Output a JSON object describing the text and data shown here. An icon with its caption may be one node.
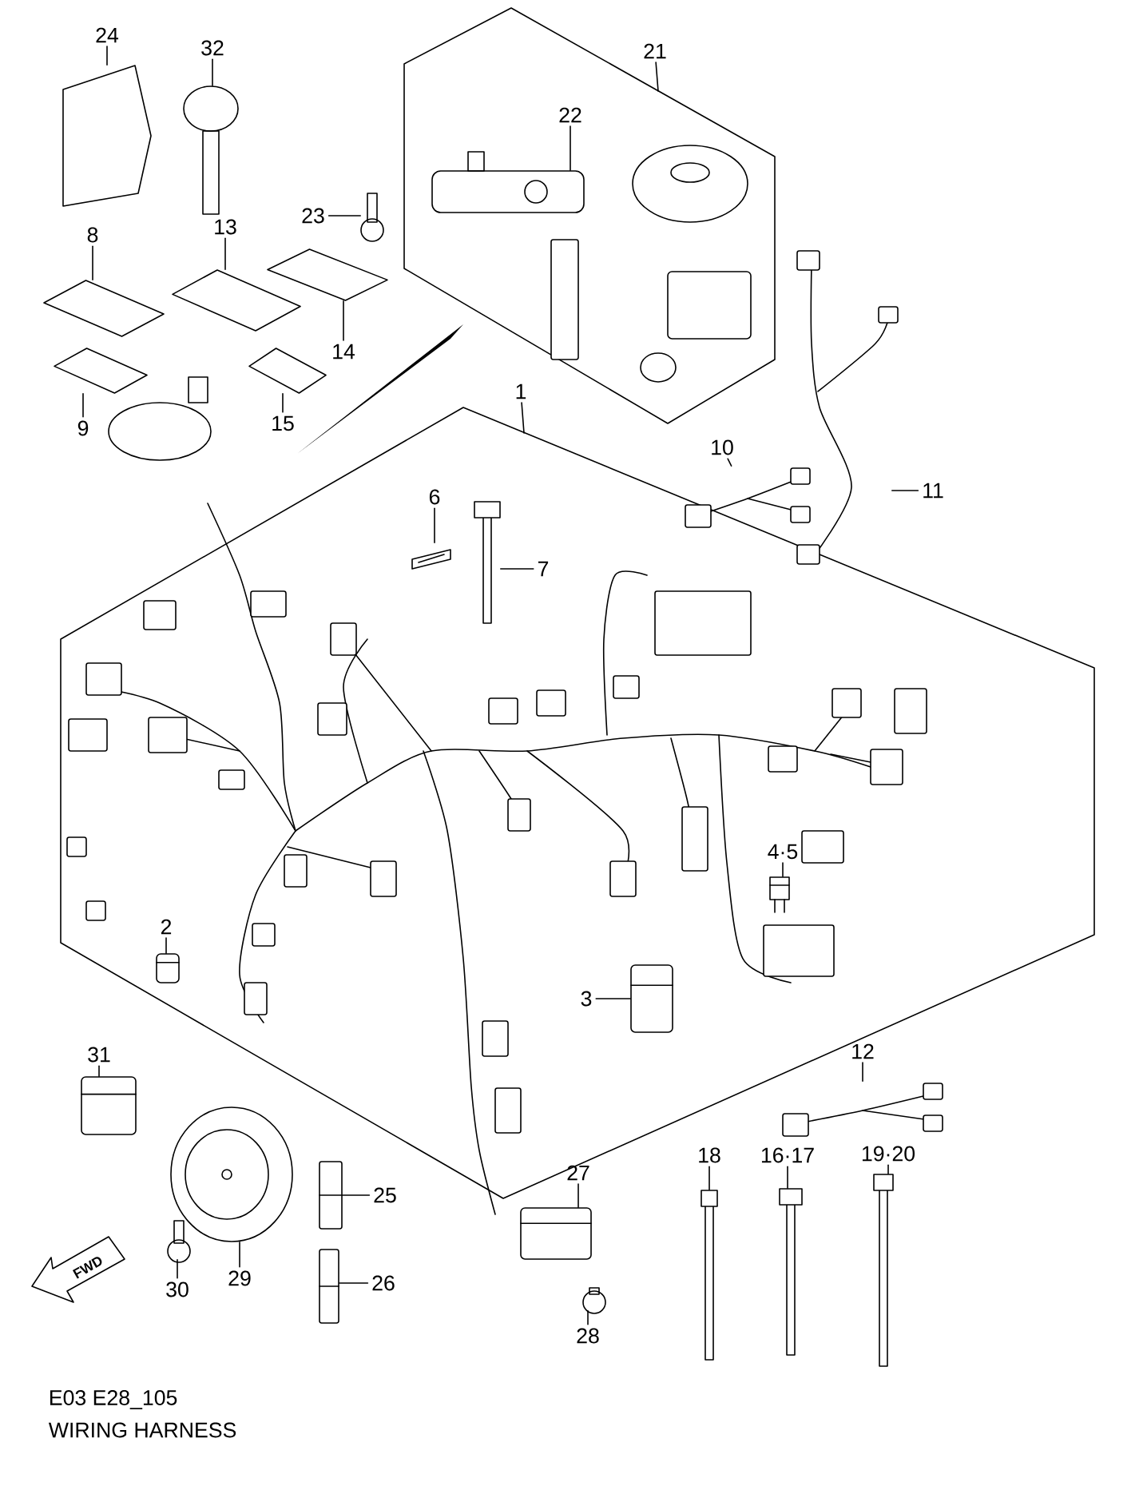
{
  "diagram": {
    "nodes": [
      {
        "text": [
          "24"
        ]
      },
      {
        "text": [],
        "shape": "picture"
      },
      {
        "text": [
          "32"
        ]
      },
      {
        "text": [],
        "shape": "picture"
      },
      {
        "text": [
          "21"
        ]
      },
      {
        "text": [],
        "shape": "box"
      },
      {
        "text": [
          "22"
        ],
        "in": 5
      },
      {
        "text": [],
        "shape": "picture",
        "in": 5
      },
      {
        "text": [
          "23"
        ]
      },
      {
        "text": [],
        "shape": "picture"
      },
      {
        "text": [
          "8"
        ]
      },
      {
        "text": [],
        "shape": "picture"
      },
      {
        "text": [
          "13"
        ]
      },
      {
        "text": [],
        "shape": "picture"
      },
      {
        "text": [
          "14"
        ]
      },
      {
        "text": [],
        "shape": "picture"
      },
      {
        "text": [
          "9"
        ]
      },
      {
        "text": [],
        "shape": "picture"
      },
      {
        "text": [
          "15"
        ]
      },
      {
        "text": [],
        "shape": "picture"
      },
      {
        "text": [
          "1"
        ]
      },
      {
        "text": [],
        "shape": "box"
      },
      {
        "text": [
          "10"
        ]
      },
      {
        "text": [],
        "shape": "picture"
      },
      {
        "text": [
          "11"
        ]
      },
      {
        "text": [],
        "shape": "picture"
      },
      {
        "text": [
          "6"
        ],
        "in": 21
      },
      {
        "text": [],
        "shape": "picture",
        "in": 21
      },
      {
        "text": [
          "7"
        ],
        "in": 21
      },
      {
        "text": [],
        "shape": "picture",
        "in": 21
      },
      {
        "text": [
          "4·5"
        ],
        "in": 21
      },
      {
        "text": [],
        "shape": "picture",
        "in": 21
      },
      {
        "text": [
          "2"
        ],
        "in": 21
      },
      {
        "text": [],
        "shape": "picture",
        "in": 21
      },
      {
        "text": [
          "3"
        ],
        "in": 21
      },
      {
        "text": [],
        "shape": "picture",
        "in": 21
      },
      {
        "text": [
          "12"
        ]
      },
      {
        "text": [],
        "shape": "picture"
      },
      {
        "text": [
          "31"
        ]
      },
      {
        "text": [],
        "shape": "picture"
      },
      {
        "text": [
          "27"
        ]
      },
      {
        "text": [],
        "shape": "picture"
      },
      {
        "text": [
          "25"
        ]
      },
      {
        "text": [],
        "shape": "picture"
      },
      {
        "text": [
          "29"
        ]
      },
      {
        "text": [],
        "shape": "picture"
      },
      {
        "text": [
          "18"
        ]
      },
      {
        "text": [],
        "shape": "picture"
      },
      {
        "text": [
          "16·17"
        ]
      },
      {
        "text": [],
        "shape": "picture"
      },
      {
        "text": [
          "19·20"
        ]
      },
      {
        "text": [],
        "shape": "picture"
      },
      {
        "text": [
          "30"
        ]
      },
      {
        "text": [],
        "shape": "picture"
      },
      {
        "text": [
          "26"
        ]
      },
      {
        "text": [],
        "shape": "picture"
      },
      {
        "text": [
          "28"
        ]
      },
      {
        "text": [],
        "shape": "picture"
      }
    ],
    "edges": [
      {
        "from": 0,
        "to": 1,
        "arrow": "none"
      },
      {
        "from": 2,
        "to": 3,
        "arrow": "none"
      },
      {
        "from": 4,
        "to": 5,
        "arrow": "none"
      },
      {
        "from": 6,
        "to": 7,
        "arrow": "none"
      },
      {
        "from": 8,
        "to": 9,
        "arrow": "none"
      },
      {
        "from": 10,
        "to": 11,
        "arrow": "none"
      },
      {
        "from": 12,
        "to": 13,
        "arrow": "none"
      },
      {
        "from": 14,
        "to": 15,
        "arrow": "none"
      },
      {
        "from": 16,
        "to": 17,
        "arrow": "none"
      },
      {
        "from": 18,
        "to": 19,
        "arrow": "none"
      },
      {
        "from": 20,
        "to": 21,
        "arrow": "none"
      },
      {
        "from": 22,
        "to": 23,
        "arrow": "none"
      },
      {
        "from": 24,
        "to": 25,
        "arrow": "none"
      },
      {
        "from": 26,
        "to": 27,
        "arrow": "none"
      },
      {
        "from": 28,
        "to": 29,
        "arrow": "none"
      },
      {
        "from": 30,
        "to": 31,
        "arrow": "none"
      },
      {
        "from": 32,
        "to": 33,
        "arrow": "none"
      },
      {
        "from": 34,
        "to": 35,
        "arrow": "none"
      },
      {
        "from": 36,
        "to": 37,
        "arrow": "none"
      },
      {
        "from": 38,
        "to": 39,
        "arrow": "none"
      },
      {
        "from": 40,
        "to": 41,
        "arrow": "none"
      },
      {
        "from": 42,
        "to": 43,
        "arrow": "none"
      },
      {
        "from": 44,
        "to": 45,
        "arrow": "none"
      },
      {
        "from": 46,
        "to": 47,
        "arrow": "none"
      },
      {
        "from": 48,
        "to": 49,
        "arrow": "none"
      },
      {
        "from": 50,
        "to": 51,
        "arrow": "none"
      },
      {
        "from": 52,
        "to": 53,
        "arrow": "none"
      },
      {
        "from": 54,
        "to": 55,
        "arrow": "none"
      },
      {
        "from": 56,
        "to": 57,
        "arrow": "none"
      }
    ],
    "labels": [
      "FWD",
      "E03 E28_105",
      "WIRING HARNESS"
    ]
  }
}
